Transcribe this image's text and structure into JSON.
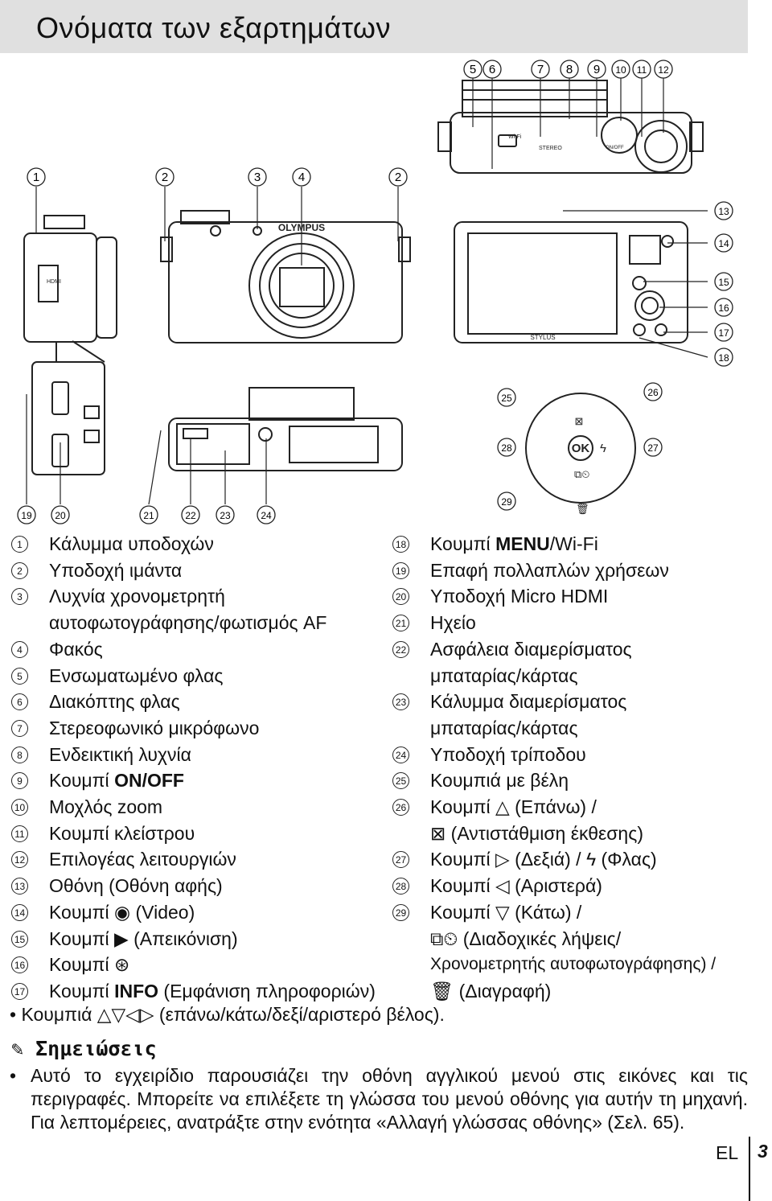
{
  "page": {
    "title": "Ονόματα των εξαρτημάτων",
    "lang": "EL",
    "page_number": "3"
  },
  "diagram": {
    "top_callouts": [
      "5",
      "6",
      "7",
      "8",
      "9",
      "10",
      "11",
      "12"
    ],
    "front_callouts": [
      "1",
      "2",
      "3",
      "4",
      "2"
    ],
    "back_callouts": [
      "13",
      "14",
      "15",
      "16",
      "17",
      "18"
    ],
    "bottom_callouts": [
      "19",
      "20",
      "21",
      "22",
      "23",
      "24"
    ],
    "dial_callouts": [
      "25",
      "26",
      "27",
      "28",
      "29"
    ],
    "brand_label": "OLYMPUS",
    "model_label": "STYLUS",
    "ok_label": "OK",
    "wifi_label": "Wi-Fi",
    "stereo_label": "STEREO",
    "hdmi_label": "HDMI",
    "on_off_label": "ON/OFF"
  },
  "left_list": [
    {
      "n": "1",
      "text": "Κάλυμμα υποδοχών"
    },
    {
      "n": "2",
      "text": "Υποδοχή ιμάντα"
    },
    {
      "n": "3",
      "text": "Λυχνία χρονομετρητή",
      "cont": "αυτοφωτογράφησης/φωτισμός AF"
    },
    {
      "n": "4",
      "text": "Φακός"
    },
    {
      "n": "5",
      "text": "Ενσωματωμένο φλας"
    },
    {
      "n": "6",
      "text": "Διακόπτης φλας"
    },
    {
      "n": "7",
      "text": "Στερεοφωνικό μικρόφωνο"
    },
    {
      "n": "8",
      "text": "Ενδεικτική λυχνία"
    },
    {
      "n": "9",
      "text": "Κουμπί ",
      "bold": "ON/OFF"
    },
    {
      "n": "10",
      "text": "Μοχλός zoom"
    },
    {
      "n": "11",
      "text": "Κουμπί κλείστρου"
    },
    {
      "n": "12",
      "text": "Επιλογέας λειτουργιών"
    },
    {
      "n": "13",
      "text": "Οθόνη (Οθόνη αφής)"
    },
    {
      "n": "14",
      "text": "Κουμπί ◉ (Video)"
    },
    {
      "n": "15",
      "text": "Κουμπί ▶ (Απεικόνιση)"
    },
    {
      "n": "16",
      "text": "Κουμπί ⊛"
    },
    {
      "n": "17",
      "text": "Κουμπί ",
      "bold": "INFO",
      "after": " (Εμφάνιση πληροφοριών)"
    }
  ],
  "right_list": [
    {
      "n": "18",
      "text": "Κουμπί ",
      "bold": "MENU",
      "after": "/Wi-Fi"
    },
    {
      "n": "19",
      "text": "Επαφή πολλαπλών χρήσεων"
    },
    {
      "n": "20",
      "text": "Υποδοχή Micro HDMI"
    },
    {
      "n": "21",
      "text": "Ηχείο"
    },
    {
      "n": "22",
      "text": "Ασφάλεια διαμερίσματος",
      "cont": "μπαταρίας/κάρτας"
    },
    {
      "n": "23",
      "text": "Κάλυμμα διαμερίσματος",
      "cont": "μπαταρίας/κάρτας"
    },
    {
      "n": "24",
      "text": "Υποδοχή τρίποδου"
    },
    {
      "n": "25",
      "text": "Κουμπιά με βέλη"
    },
    {
      "n": "26",
      "text": "Κουμπί △ (Επάνω) /",
      "cont": "⊠ (Αντιστάθμιση έκθεσης)"
    },
    {
      "n": "27",
      "text": "Κουμπί ▷ (Δεξιά) / ϟ (Φλας)"
    },
    {
      "n": "28",
      "text": "Κουμπί ◁ (Αριστερά)"
    },
    {
      "n": "29",
      "text": "Κουμπί ▽ (Κάτω) /",
      "cont": "⧉⏲ (Διαδοχικές λήψεις/",
      "cont2": "Χρονομετρητής αυτοφωτογράφησης) /",
      "cont3": "🗑 (Διαγραφή)"
    }
  ],
  "bullet": "• Κουμπιά △▽◁▷ (επάνω/κάτω/δεξί/αριστερό βέλος).",
  "notes": {
    "heading": "Σημειώσεις",
    "body": "Αυτό το εγχειρίδιο παρουσιάζει την οθόνη αγγλικού μενού στις εικόνες και τις περιγραφές. Μπορείτε να επιλέξετε τη γλώσσα του μενού οθόνης για αυτήν τη μηχανή. Για λεπτομέρειες, ανατράξτε στην ενότητα «Αλλαγή γλώσσας οθόνης» (Σελ. 65)."
  }
}
